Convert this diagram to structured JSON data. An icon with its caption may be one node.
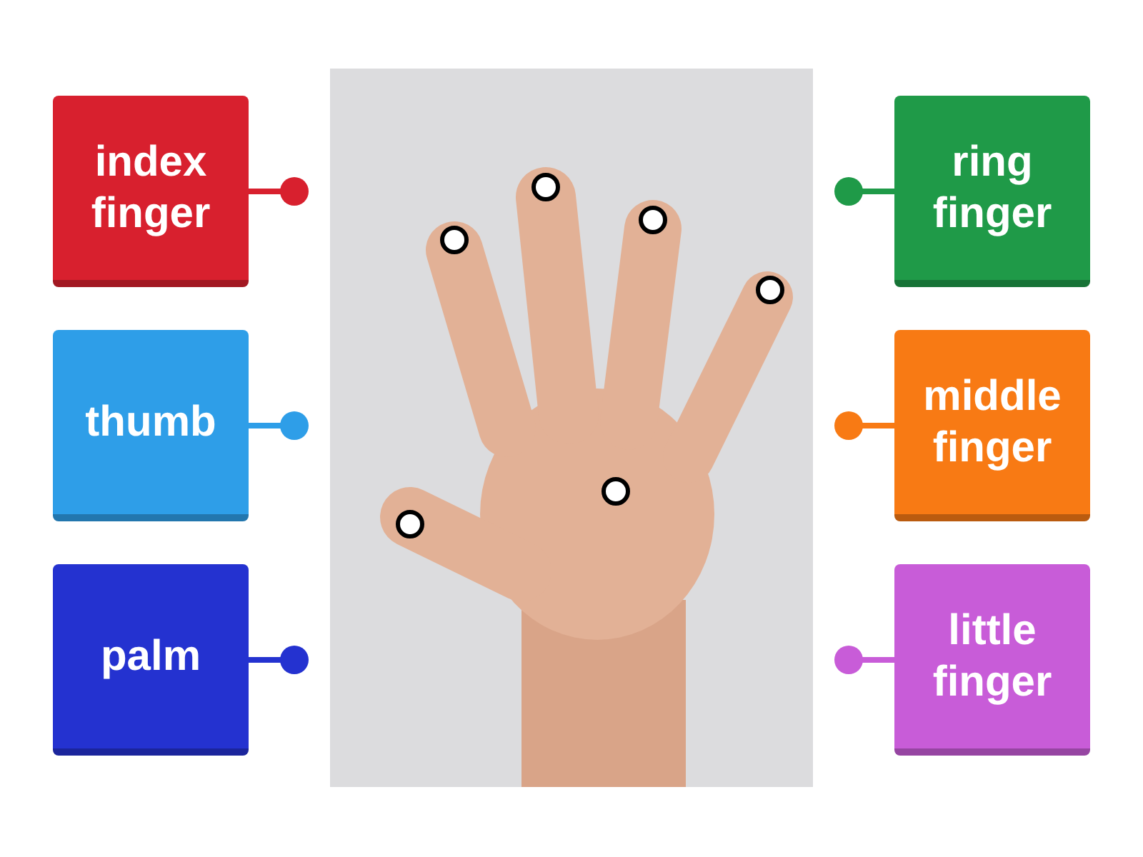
{
  "diagram": {
    "nodes": [
      {
        "text": [
          "index finger"
        ]
      },
      {
        "text": [
          "thumb"
        ]
      },
      {
        "text": [
          "palm"
        ]
      },
      {
        "text": [
          "ring finger"
        ]
      },
      {
        "text": [
          "middle finger"
        ]
      },
      {
        "text": [
          "little finger"
        ]
      },
      {
        "text": [],
        "shape": "circle"
      },
      {
        "text": [],
        "shape": "circle"
      },
      {
        "text": [],
        "shape": "circle"
      },
      {
        "text": [],
        "shape": "circle"
      },
      {
        "text": [],
        "shape": "circle"
      },
      {
        "text": [],
        "shape": "circle"
      }
    ],
    "edges": [
      {
        "from": 0,
        "to": null,
        "arrow": "other",
        "color": "#d8202e"
      },
      {
        "from": 1,
        "to": null,
        "arrow": "other",
        "color": "#2e9ee8"
      },
      {
        "from": 2,
        "to": null,
        "arrow": "other",
        "color": "#2432d0"
      },
      {
        "from": 3,
        "to": null,
        "arrow": "other",
        "color": "#1f9a48"
      },
      {
        "from": 4,
        "to": null,
        "arrow": "other",
        "color": "#f87a14"
      },
      {
        "from": 5,
        "to": null,
        "arrow": "other",
        "color": "#c85cd8"
      }
    ]
  }
}
